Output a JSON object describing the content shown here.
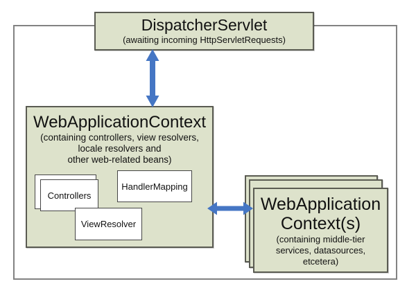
{
  "diagram": {
    "description": "Spring MVC DispatcherServlet context hierarchy diagram"
  },
  "dispatcher": {
    "title": "DispatcherServlet",
    "subtitle": "(awaiting incoming HttpServletRequests)"
  },
  "web_app_context": {
    "title": "WebApplicationContext",
    "subtitle_lines": [
      "(containing controllers, view resolvers,",
      "locale resolvers and",
      "other web-related beans)"
    ],
    "beans": {
      "controllers": "Controllers",
      "handler_mapping": "HandlerMapping",
      "view_resolver": "ViewResolver"
    }
  },
  "middle_tier_contexts": {
    "title_lines": [
      "WebApplication",
      "Context(s)"
    ],
    "subtitle_lines": [
      "(containing middle-tier",
      "services, datasources,",
      "etcetera)"
    ]
  },
  "colors": {
    "box_fill": "#dde2cb",
    "box_border": "#5a5b52",
    "inner_box_border": "#454545",
    "outer_frame_border": "#828282",
    "arrow_blue": "#4576c4",
    "text": "#111111",
    "background": "#ffffff"
  }
}
